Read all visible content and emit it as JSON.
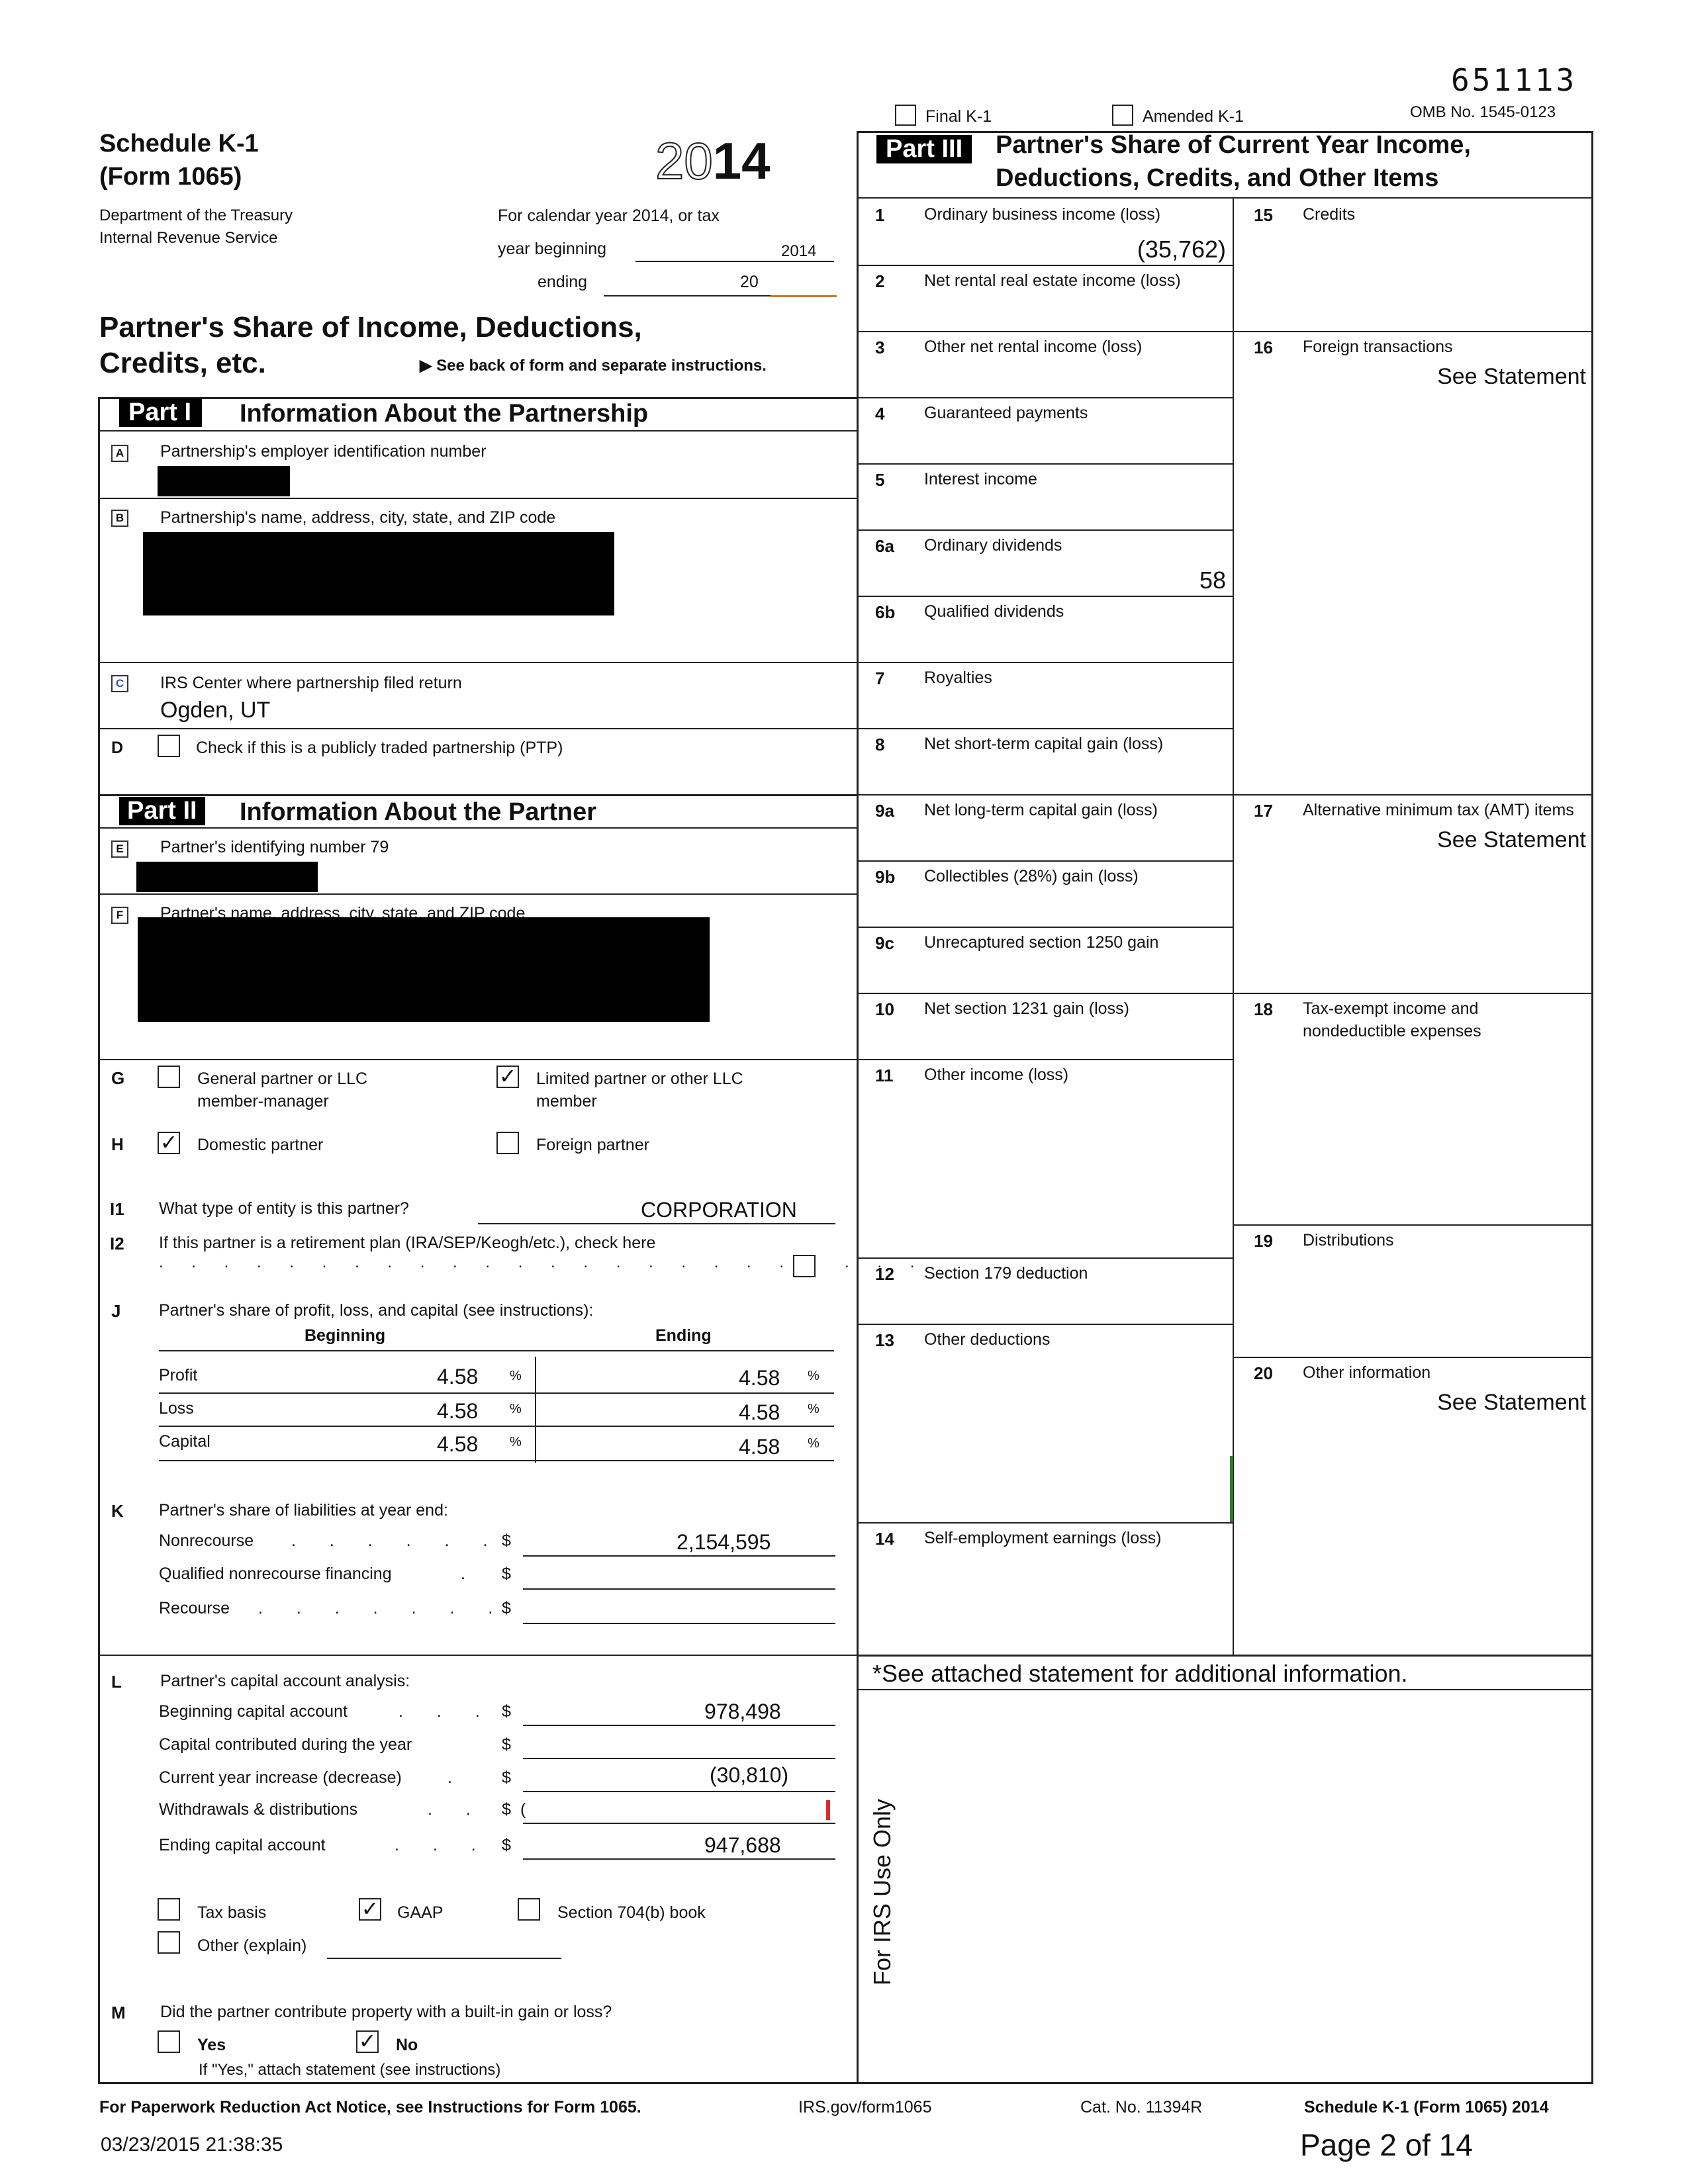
{
  "barcode": "651113",
  "header": {
    "final_k1": "Final K-1",
    "amended_k1": "Amended K-1",
    "omb": "OMB No. 1545-0123",
    "schedule": "Schedule K-1",
    "form": "(Form 1065)",
    "year_light": "20",
    "year_bold": "14",
    "dept": "Department of the Treasury",
    "irs": "Internal Revenue Service",
    "calendar": "For calendar year 2014, or tax",
    "year_beginning": "year beginning",
    "year_beginning_val": "2014",
    "ending": "ending",
    "ending_val": "20",
    "title1": "Partner's Share of Income, Deductions,",
    "title2": "Credits, etc.",
    "see_back": "▶ See back of form and separate instructions."
  },
  "part1": {
    "tag": "Part I",
    "title": "Information About the Partnership",
    "a_letter": "A",
    "a_label": "Partnership's employer identification number",
    "b_letter": "B",
    "b_label": "Partnership's name, address, city, state, and ZIP code",
    "c_letter": "C",
    "c_label": "IRS Center where partnership filed return",
    "c_value": "Ogden, UT",
    "d_letter": "D",
    "d_label": "Check if this is a publicly traded partnership (PTP)"
  },
  "part2": {
    "tag": "Part II",
    "title": "Information About the Partner",
    "e_letter": "E",
    "e_label": "Partner's identifying number 79",
    "f_letter": "F",
    "f_label": "Partner's name, address, city, state, and ZIP code",
    "g_letter": "G",
    "g_general": "General partner or LLC",
    "g_general2": "member-manager",
    "g_limited": "Limited partner or other LLC",
    "g_limited2": "member",
    "h_letter": "H",
    "h_domestic": "Domestic partner",
    "h_foreign": "Foreign partner",
    "i1_letter": "I1",
    "i1_label": "What type of entity is this partner?",
    "i1_value": "CORPORATION",
    "i2_letter": "I2",
    "i2_label": "If this partner is a retirement plan (IRA/SEP/Keogh/etc.), check here",
    "j_letter": "J",
    "j_label": "Partner's share of profit, loss, and capital (see instructions):",
    "beginning": "Beginning",
    "ending": "Ending",
    "rows": [
      {
        "label": "Profit",
        "begin": "4.58",
        "end": "4.58",
        "pct": "%"
      },
      {
        "label": "Loss",
        "begin": "4.58",
        "end": "4.58",
        "pct": "%"
      },
      {
        "label": "Capital",
        "begin": "4.58",
        "end": "4.58",
        "pct": "%"
      }
    ],
    "k_letter": "K",
    "k_label": "Partner's share of liabilities at year end:",
    "nonrecourse": "Nonrecourse",
    "nonrecourse_val": "2,154,595",
    "qualified": "Qualified nonrecourse financing",
    "recourse": "Recourse",
    "dollar": "$",
    "l_letter": "L",
    "l_label": "Partner's capital account analysis:",
    "beginning_capital": "Beginning capital account",
    "beginning_capital_val": "978,498",
    "contributed": "Capital contributed during the year",
    "current_year": "Current year increase (decrease)",
    "current_year_val": "(30,810)",
    "withdrawals": "Withdrawals & distributions",
    "withdrawals_paren": "(",
    "ending_capital": "Ending capital account",
    "ending_capital_val": "947,688",
    "tax_basis": "Tax basis",
    "gaap": "GAAP",
    "sec704": "Section 704(b) book",
    "other_explain": "Other (explain)",
    "m_letter": "M",
    "m_label": "Did the partner contribute property with a built-in gain or loss?",
    "yes": "Yes",
    "no": "No",
    "m_note": "If \"Yes,\" attach statement (see instructions)"
  },
  "part3": {
    "tag": "Part III",
    "title1": "Partner's Share of Current Year Income,",
    "title2": "Deductions, Credits, and Other Items",
    "left": [
      {
        "num": "1",
        "label": "Ordinary business income (loss)",
        "value": "(35,762)"
      },
      {
        "num": "2",
        "label": "Net rental real estate income (loss)",
        "value": ""
      },
      {
        "num": "3",
        "label": "Other net rental income (loss)",
        "value": ""
      },
      {
        "num": "4",
        "label": "Guaranteed payments",
        "value": ""
      },
      {
        "num": "5",
        "label": "Interest income",
        "value": ""
      },
      {
        "num": "6a",
        "label": "Ordinary dividends",
        "value": "58"
      },
      {
        "num": "6b",
        "label": "Qualified dividends",
        "value": ""
      },
      {
        "num": "7",
        "label": "Royalties",
        "value": ""
      },
      {
        "num": "8",
        "label": "Net short-term capital gain (loss)",
        "value": ""
      },
      {
        "num": "9a",
        "label": "Net long-term capital gain (loss)",
        "value": ""
      },
      {
        "num": "9b",
        "label": "Collectibles (28%) gain (loss)",
        "value": ""
      },
      {
        "num": "9c",
        "label": "Unrecaptured section 1250 gain",
        "value": ""
      },
      {
        "num": "10",
        "label": "Net section 1231 gain (loss)",
        "value": ""
      },
      {
        "num": "11",
        "label": "Other income (loss)",
        "value": ""
      },
      {
        "num": "12",
        "label": "Section 179 deduction",
        "value": ""
      },
      {
        "num": "13",
        "label": "Other deductions",
        "value": ""
      },
      {
        "num": "14",
        "label": "Self-employment earnings (loss)",
        "value": ""
      }
    ],
    "right": [
      {
        "num": "15",
        "label": "Credits",
        "label2": "",
        "value": ""
      },
      {
        "num": "16",
        "label": "Foreign transactions",
        "label2": "",
        "value": "See Statement"
      },
      {
        "num": "17",
        "label": "Alternative minimum tax (AMT) items",
        "label2": "",
        "value": "See Statement"
      },
      {
        "num": "18",
        "label": "Tax-exempt income and",
        "label2": "nondeductible expenses",
        "value": ""
      },
      {
        "num": "19",
        "label": "Distributions",
        "label2": "",
        "value": ""
      },
      {
        "num": "20",
        "label": "Other information",
        "label2": "",
        "value": "See Statement"
      }
    ],
    "attached": "*See attached statement for additional information.",
    "irs_use": "For IRS Use Only"
  },
  "footer": {
    "paperwork": "For Paperwork Reduction Act Notice, see Instructions for Form 1065.",
    "url": "IRS.gov/form1065",
    "cat": "Cat. No. 11394R",
    "sched": "Schedule K-1 (Form 1065) 2014",
    "timestamp": "03/23/2015 21:38:35",
    "page": "Page 2 of 14"
  }
}
